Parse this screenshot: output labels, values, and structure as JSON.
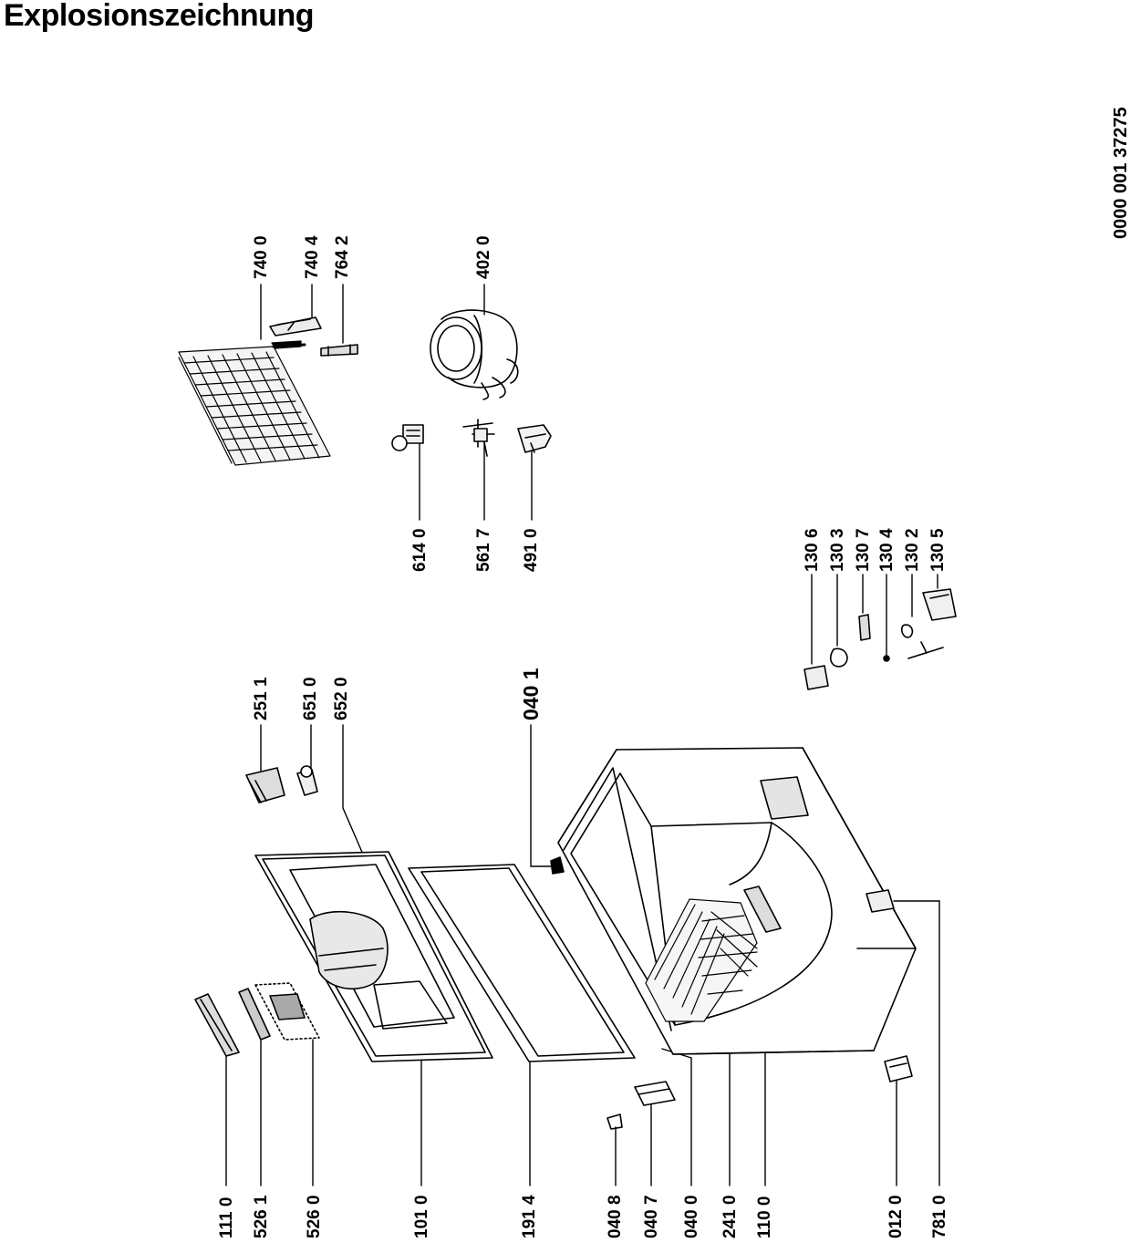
{
  "title": "Explosionszeichnung",
  "document_number": "0000 001 37275",
  "part_labels": [
    {
      "id": "p7400",
      "text": "740 0"
    },
    {
      "id": "p7404",
      "text": "740 4"
    },
    {
      "id": "p7642",
      "text": "764 2"
    },
    {
      "id": "p4020",
      "text": "402 0"
    },
    {
      "id": "p6140",
      "text": "614 0"
    },
    {
      "id": "p5617",
      "text": "561 7"
    },
    {
      "id": "p4910",
      "text": "491 0"
    },
    {
      "id": "p1306",
      "text": "130 6"
    },
    {
      "id": "p1303",
      "text": "130 3"
    },
    {
      "id": "p1307",
      "text": "130 7"
    },
    {
      "id": "p1304",
      "text": "130 4"
    },
    {
      "id": "p1302",
      "text": "130 2"
    },
    {
      "id": "p1305",
      "text": "130 5"
    },
    {
      "id": "p2511",
      "text": "251 1"
    },
    {
      "id": "p6510",
      "text": "651 0"
    },
    {
      "id": "p6520",
      "text": "652 0"
    },
    {
      "id": "p0401",
      "text": "040 1"
    },
    {
      "id": "p1110",
      "text": "111 0"
    },
    {
      "id": "p5261",
      "text": "526 1"
    },
    {
      "id": "p5260",
      "text": "526 0"
    },
    {
      "id": "p1010",
      "text": "101 0"
    },
    {
      "id": "p1914",
      "text": "191 4"
    },
    {
      "id": "p0408",
      "text": "040 8"
    },
    {
      "id": "p0407",
      "text": "040 7"
    },
    {
      "id": "p0400",
      "text": "040 0"
    },
    {
      "id": "p2410",
      "text": "241 0"
    },
    {
      "id": "p1100",
      "text": "110 0"
    },
    {
      "id": "p0120",
      "text": "012 0"
    },
    {
      "id": "p7810",
      "text": "781 0"
    }
  ]
}
